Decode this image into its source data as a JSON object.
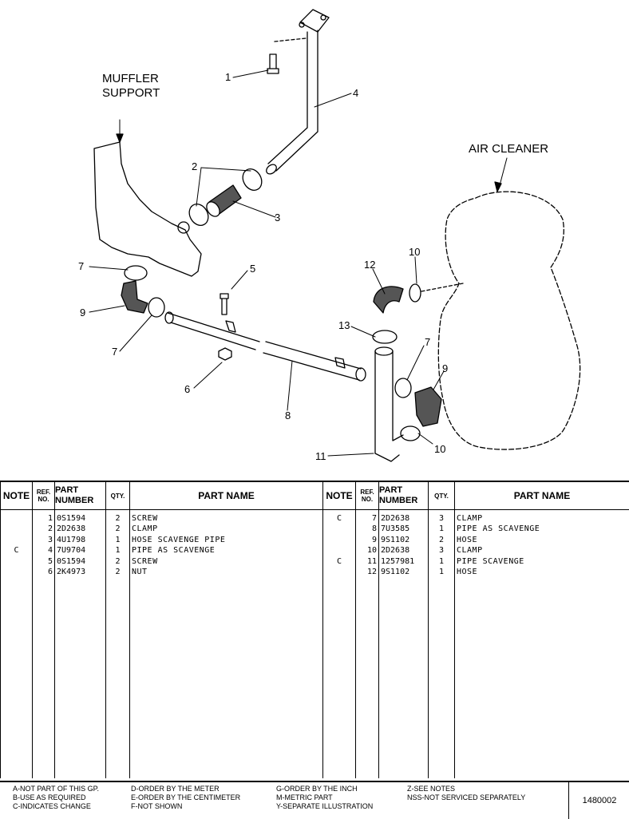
{
  "diagram": {
    "labels": {
      "muffler_line1": "MUFFLER",
      "muffler_line2": "SUPPORT",
      "air_cleaner": "AIR CLEANER"
    },
    "callouts": [
      {
        "id": "c1",
        "text": "1"
      },
      {
        "id": "c2",
        "text": "2"
      },
      {
        "id": "c3",
        "text": "3"
      },
      {
        "id": "c4",
        "text": "4"
      },
      {
        "id": "c5",
        "text": "5"
      },
      {
        "id": "c6",
        "text": "6"
      },
      {
        "id": "c7a",
        "text": "7"
      },
      {
        "id": "c7b",
        "text": "7"
      },
      {
        "id": "c7c",
        "text": "7"
      },
      {
        "id": "c8",
        "text": "8"
      },
      {
        "id": "c9a",
        "text": "9"
      },
      {
        "id": "c9b",
        "text": "9"
      },
      {
        "id": "c10a",
        "text": "10"
      },
      {
        "id": "c10b",
        "text": "10"
      },
      {
        "id": "c11",
        "text": "11"
      },
      {
        "id": "c12",
        "text": "12"
      },
      {
        "id": "c13",
        "text": "13"
      }
    ]
  },
  "table": {
    "headers": {
      "note": "NOTE",
      "ref_line1": "REF.",
      "ref_line2": "NO.",
      "part_line1": "PART",
      "part_line2": "NUMBER",
      "qty": "QTY.",
      "name": "PART NAME"
    },
    "left_rows": [
      {
        "note": "",
        "ref": "1",
        "part": "0S1594",
        "qty": "2",
        "name": "SCREW"
      },
      {
        "note": "",
        "ref": "2",
        "part": "2D2638",
        "qty": "2",
        "name": "CLAMP"
      },
      {
        "note": "",
        "ref": "3",
        "part": "4U1798",
        "qty": "1",
        "name": "HOSE SCAVENGE PIPE"
      },
      {
        "note": "C",
        "ref": "4",
        "part": "7U9704",
        "qty": "1",
        "name": "PIPE AS SCAVENGE"
      },
      {
        "note": "",
        "ref": "5",
        "part": "0S1594",
        "qty": "2",
        "name": "SCREW"
      },
      {
        "note": "",
        "ref": "6",
        "part": "2K4973",
        "qty": "2",
        "name": "NUT"
      }
    ],
    "right_rows": [
      {
        "note": "C",
        "ref": "7",
        "part": "2D2638",
        "qty": "3",
        "name": "CLAMP"
      },
      {
        "note": "",
        "ref": "8",
        "part": "7U3585",
        "qty": "1",
        "name": "PIPE AS SCAVENGE"
      },
      {
        "note": "",
        "ref": "9",
        "part": "9S1102",
        "qty": "2",
        "name": "HOSE"
      },
      {
        "note": "",
        "ref": "10",
        "part": "2D2638",
        "qty": "3",
        "name": "CLAMP"
      },
      {
        "note": "C",
        "ref": "11",
        "part": "1257981",
        "qty": "1",
        "name": "PIPE SCAVENGE"
      },
      {
        "note": "",
        "ref": "12",
        "part": "9S1102",
        "qty": "1",
        "name": "HOSE"
      }
    ]
  },
  "legend": {
    "col1": [
      "A-NOT PART OF THIS GP.",
      "B-USE AS REQUIRED",
      "C-INDICATES CHANGE"
    ],
    "col2": [
      "D-ORDER BY THE METER",
      "E-ORDER BY THE CENTIMETER",
      "F-NOT SHOWN"
    ],
    "col3": [
      "G-ORDER BY THE INCH",
      "M-METRIC PART",
      "Y-SEPARATE ILLUSTRATION"
    ],
    "col4": [
      "Z-SEE NOTES",
      "NSS-NOT SERVICED SEPARATELY"
    ],
    "figure_id": "1480002"
  }
}
